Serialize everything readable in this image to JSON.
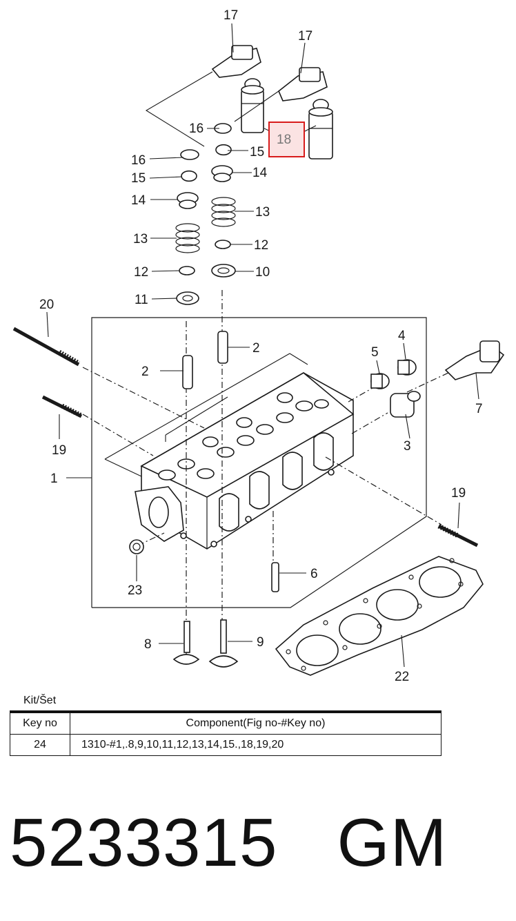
{
  "diagram": {
    "callouts": [
      "17",
      "17",
      "16",
      "18",
      "16",
      "15",
      "15",
      "14",
      "14",
      "13",
      "13",
      "12",
      "12",
      "11",
      "10",
      "20",
      "2",
      "2",
      "4",
      "5",
      "7",
      "19",
      "1",
      "3",
      "19",
      "23",
      "6",
      "8",
      "9",
      "22"
    ],
    "highlighted_key": "18",
    "highlight_color": "#d81b1b",
    "highlight_fill": "#fbe3e3"
  },
  "kit": {
    "caption": "Kit/Šet",
    "headers": [
      "Key no",
      "Component(Fig no-#Key no)"
    ],
    "rows": [
      {
        "key": "24",
        "components": "1310-#1,.8,9,10,11,12,13,14,15.,18,19,20"
      }
    ]
  },
  "part": {
    "number": "5233315",
    "brand": "GM"
  }
}
